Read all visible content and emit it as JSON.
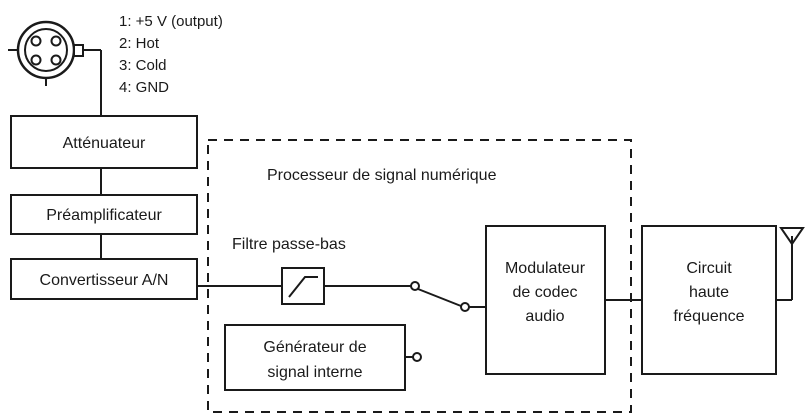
{
  "connector": {
    "pins": [
      "1: +5 V (output)",
      "2: Hot",
      "3: Cold",
      "4: GND"
    ]
  },
  "blocks": {
    "attenuator": "Atténuateur",
    "preamplifier": "Préamplificateur",
    "converter": "Convertisseur A/N",
    "dsp_title": "Processeur de signal numérique",
    "lowpass_label": "Filtre passe-bas",
    "generator": [
      "Générateur de",
      "signal interne"
    ],
    "modulator": [
      "Modulateur",
      "de codec",
      "audio"
    ],
    "rf": [
      "Circuit",
      "haute",
      "fréquence"
    ]
  },
  "colors": {
    "line": "#1a1a1a",
    "background": "#ffffff"
  }
}
